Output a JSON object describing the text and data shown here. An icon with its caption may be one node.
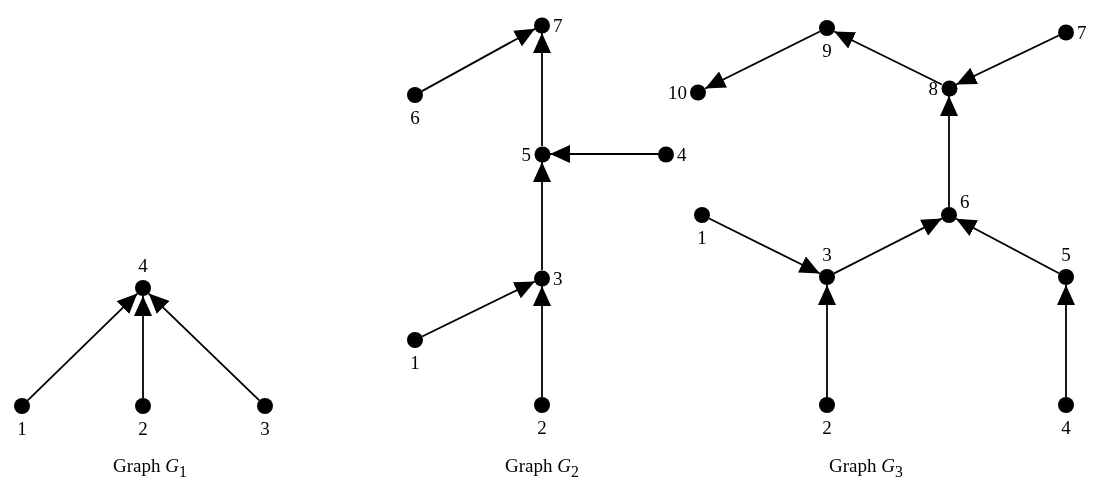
{
  "diagram": {
    "nodes": [
      {
        "text": [
          "1"
        ]
      },
      {
        "text": [
          "2"
        ]
      },
      {
        "text": [
          "3"
        ]
      },
      {
        "text": [
          "4"
        ]
      },
      {
        "text": [
          "1"
        ]
      },
      {
        "text": [
          "2"
        ]
      },
      {
        "text": [
          "3"
        ]
      },
      {
        "text": [
          "4"
        ]
      },
      {
        "text": [
          "5"
        ]
      },
      {
        "text": [
          "6"
        ]
      },
      {
        "text": [
          "7"
        ]
      },
      {
        "text": [
          "1"
        ]
      },
      {
        "text": [
          "2"
        ]
      },
      {
        "text": [
          "3"
        ]
      },
      {
        "text": [
          "4"
        ]
      },
      {
        "text": [
          "5"
        ]
      },
      {
        "text": [
          "6"
        ]
      },
      {
        "text": [
          "7"
        ]
      },
      {
        "text": [
          "8"
        ]
      },
      {
        "text": [
          "9"
        ]
      },
      {
        "text": [
          "10"
        ]
      }
    ],
    "edges": [
      {
        "from": 0,
        "to": 3,
        "arrow": "to"
      },
      {
        "from": 1,
        "to": 3,
        "arrow": "to"
      },
      {
        "from": 2,
        "to": 3,
        "arrow": "to"
      },
      {
        "from": 4,
        "to": 6,
        "arrow": "to"
      },
      {
        "from": 5,
        "to": 6,
        "arrow": "to"
      },
      {
        "from": 6,
        "to": 8,
        "arrow": "to"
      },
      {
        "from": 7,
        "to": 8,
        "arrow": "to"
      },
      {
        "from": 8,
        "to": 10,
        "arrow": "to"
      },
      {
        "from": 9,
        "to": 10,
        "arrow": "to"
      },
      {
        "from": 11,
        "to": 13,
        "arrow": "to"
      },
      {
        "from": 12,
        "to": 13,
        "arrow": "to"
      },
      {
        "from": 13,
        "to": 16,
        "arrow": "to"
      },
      {
        "from": 15,
        "to": 16,
        "arrow": "to"
      },
      {
        "from": 14,
        "to": 15,
        "arrow": "to"
      },
      {
        "from": 16,
        "to": 18,
        "arrow": "to"
      },
      {
        "from": 17,
        "to": 18,
        "arrow": "to"
      },
      {
        "from": 18,
        "to": 19,
        "arrow": "to"
      },
      {
        "from": 19,
        "to": 20,
        "arrow": "to"
      }
    ],
    "labels": [
      "Graph *G*$_{1}$",
      "Graph *G*$_{2}$",
      "Graph *G*$_{3}$"
    ]
  }
}
